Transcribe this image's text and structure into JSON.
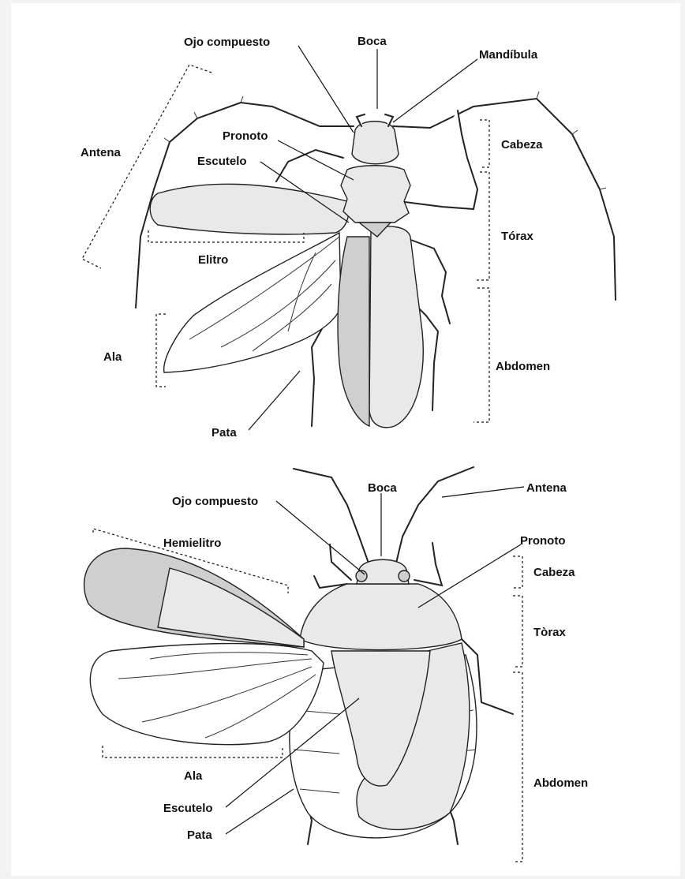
{
  "beetle": {
    "labels": {
      "ojo_compuesto": "Ojo compuesto",
      "boca": "Boca",
      "mandibula": "Mandíbula",
      "antena": "Antena",
      "pronoto": "Pronoto",
      "escutelo": "Escutelo",
      "cabeza": "Cabeza",
      "elitro": "Elitro",
      "torax": "Tórax",
      "ala": "Ala",
      "abdomen": "Abdomen",
      "pata": "Pata"
    }
  },
  "bug": {
    "labels": {
      "boca": "Boca",
      "antena": "Antena",
      "ojo_compuesto": "Ojo compuesto",
      "pronoto": "Pronoto",
      "hemielitro": "Hemielitro",
      "cabeza": "Cabeza",
      "torax": "Tòrax",
      "ala": "Ala",
      "abdomen": "Abdomen",
      "escutelo": "Escutelo",
      "pata": "Pata"
    }
  },
  "colors": {
    "background": "#f3f3f3",
    "sheet": "#ffffff",
    "ink": "#111111"
  }
}
